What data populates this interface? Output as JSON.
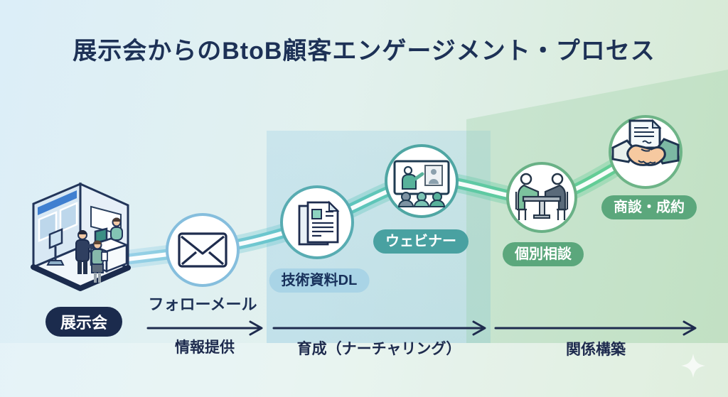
{
  "title": "展示会からのBtoB顧客エンゲージメント・プロセス",
  "source": {
    "label": "展示会",
    "icon": "exhibition-booth-illustration"
  },
  "steps": [
    {
      "label": "フォローメール",
      "icon": "envelope-icon",
      "style": "text-navy"
    },
    {
      "label": "技術資料DL",
      "icon": "documents-icon",
      "style": "pill-lightblue"
    },
    {
      "label": "ウェビナー",
      "icon": "webinar-icon",
      "style": "pill-teal"
    },
    {
      "label": "個別相談",
      "icon": "consultation-icon",
      "style": "pill-green"
    },
    {
      "label": "商談・成約",
      "icon": "handshake-icon",
      "style": "pill-green"
    }
  ],
  "phases": [
    {
      "label": "情報提供"
    },
    {
      "label": "育成（ナーチャリング）"
    },
    {
      "label": "関係構築"
    }
  ],
  "colors": {
    "title_navy": "#1d3156",
    "badge_navy": "#1b2b4d",
    "pill_lightblue": "#a9d4e6",
    "pill_teal": "#49a1a1",
    "pill_green": "#5ba77c",
    "ribbon_blue": "#9fd2ec",
    "ribbon_teal": "#5ec3c6",
    "ribbon_green": "#66cf8f"
  }
}
